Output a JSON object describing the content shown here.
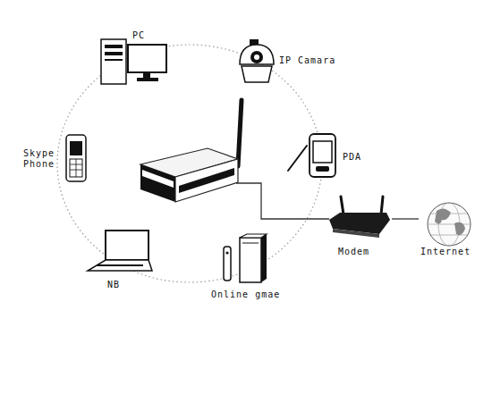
{
  "diagram": {
    "nodes": [
      {
        "text": [
          "PC"
        ]
      },
      {
        "text": [
          "IP Camara"
        ]
      },
      {
        "text": [
          "Skype Phone"
        ]
      },
      {
        "text": [
          "PDA"
        ]
      },
      {
        "text": [
          "Modem"
        ]
      },
      {
        "text": [
          "Internet"
        ]
      },
      {
        "text": [
          "NB"
        ]
      },
      {
        "text": [
          "Online gmae"
        ]
      }
    ],
    "edges": [
      {
        "from": 4,
        "to": 5,
        "arrow": "none"
      }
    ]
  }
}
